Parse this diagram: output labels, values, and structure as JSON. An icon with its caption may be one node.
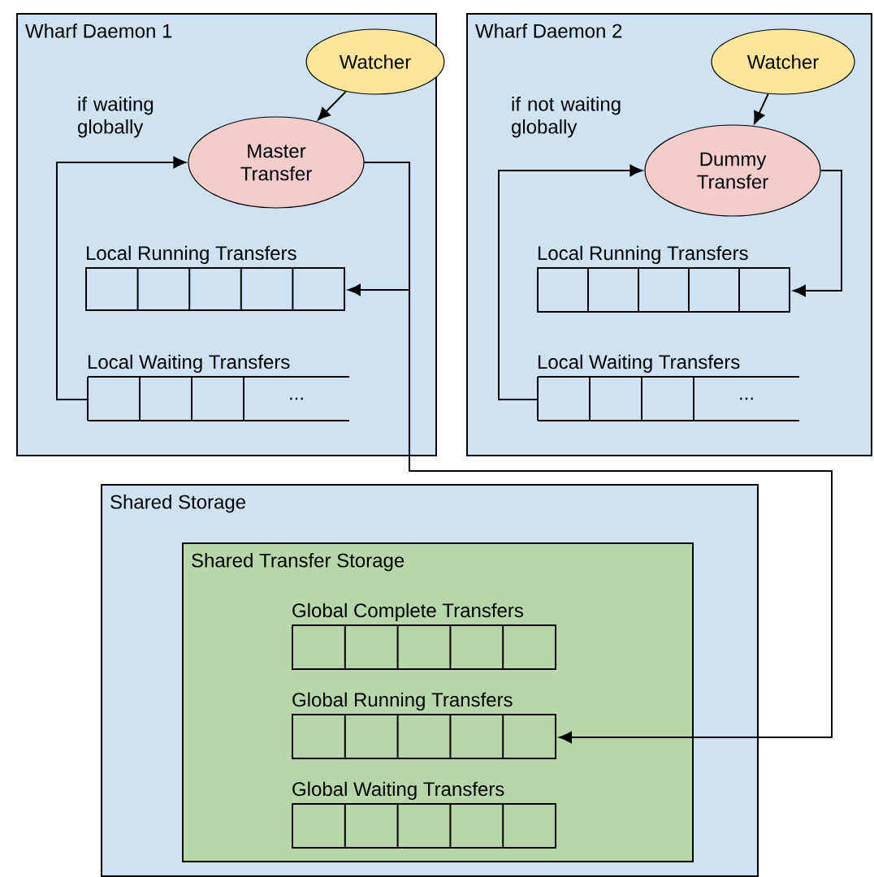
{
  "diagram": {
    "nodes": [
      {
        "text": [
          "Wharf Daemon 1"
        ]
      },
      {
        "text": [
          "Watcher"
        ],
        "in": 0
      },
      {
        "text": [
          "Master Transfer"
        ],
        "in": 0
      },
      {
        "text": [
          "Local Running Transfers"
        ],
        "in": 0
      },
      {
        "text": [
          "Local Waiting Transfers",
          "..."
        ],
        "in": 0
      },
      {
        "text": [
          "Wharf Daemon 2"
        ]
      },
      {
        "text": [
          "Watcher"
        ],
        "in": 5
      },
      {
        "text": [
          "Dummy Transfer"
        ],
        "in": 5
      },
      {
        "text": [
          "Local Running Transfers"
        ],
        "in": 5
      },
      {
        "text": [
          "Local Waiting Transfers",
          "..."
        ],
        "in": 5
      },
      {
        "text": [
          "Shared Storage"
        ]
      },
      {
        "text": [
          "Shared Transfer Storage"
        ],
        "in": 10
      },
      {
        "text": [
          "Global Complete Transfers"
        ],
        "in": 11
      },
      {
        "text": [
          "Global Running Transfers"
        ],
        "in": 11
      },
      {
        "text": [
          "Global Waiting Transfers"
        ],
        "in": 11
      }
    ],
    "edges": [
      {
        "from": 1,
        "to": 2,
        "arrow": "to"
      },
      {
        "from": 4,
        "to": 2,
        "arrow": "to",
        "label": "if waiting globally"
      },
      {
        "from": 2,
        "to": 3,
        "arrow": "to"
      },
      {
        "from": 2,
        "to": 13,
        "arrow": "to"
      },
      {
        "from": 6,
        "to": 7,
        "arrow": "to"
      },
      {
        "from": 9,
        "to": 7,
        "arrow": "to",
        "label": "if not waiting globally"
      },
      {
        "from": 7,
        "to": 8,
        "arrow": "to"
      }
    ]
  }
}
